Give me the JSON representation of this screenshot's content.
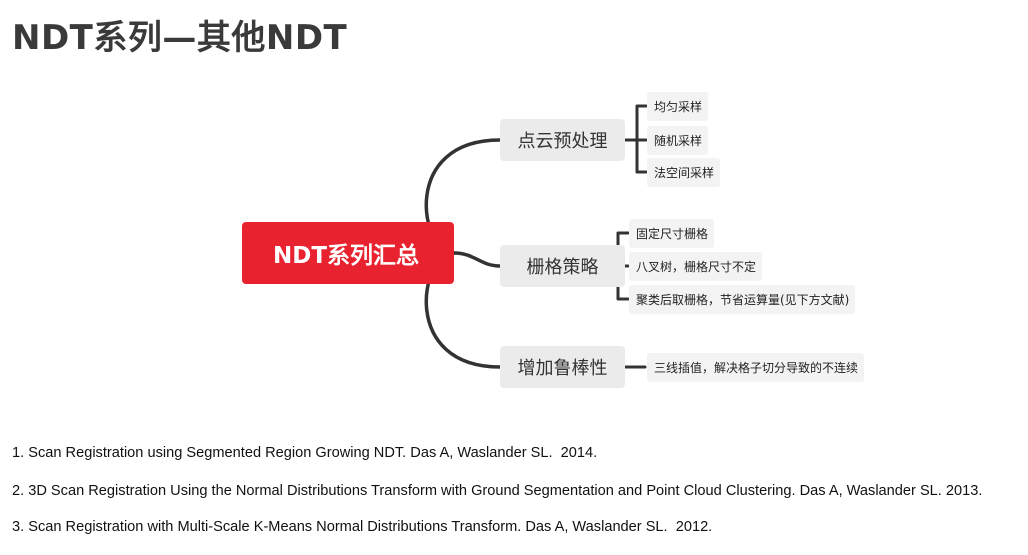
{
  "title": "NDT系列—其他NDT",
  "root": "NDT系列汇总",
  "branches": [
    {
      "label": "点云预处理",
      "leaves": [
        "均匀采样",
        "随机采样",
        "法空间采样"
      ]
    },
    {
      "label": "栅格策略",
      "leaves": [
        "固定尺寸栅格",
        "八叉树，栅格尺寸不定",
        "聚类后取栅格，节省运算量(见下方文献)"
      ]
    },
    {
      "label": "增加鲁棒性",
      "leaves": [
        "三线插值，解决格子切分导致的不连续"
      ]
    }
  ],
  "references": [
    "1. Scan Registration using Segmented Region Growing NDT. Das A, Waslander SL.  2014.",
    "2. 3D Scan Registration Using the Normal Distributions Transform with Ground Segmentation and Point Cloud Clustering. Das A, Waslander SL. 2013.",
    "3. Scan Registration with Multi-Scale K-Means Normal Distributions Transform. Das A, Waslander SL.  2012."
  ],
  "colors": {
    "root_bg": "#e8232f",
    "branch_bg": "#ebebeb",
    "leaf_bg": "#f3f3f3",
    "connector": "#333333"
  }
}
